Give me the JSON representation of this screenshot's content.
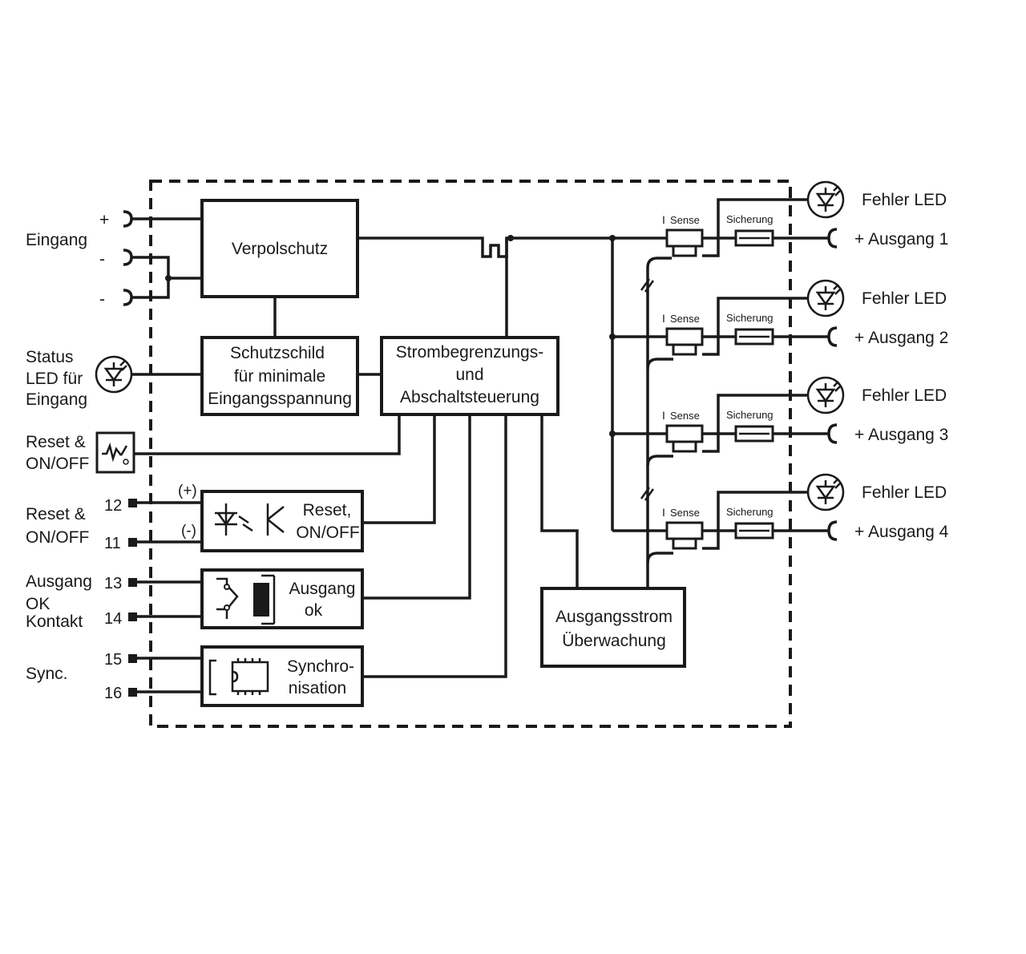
{
  "input_labels": {
    "eingang": "Eingang",
    "plus": "+",
    "minus1": "-",
    "minus2": "-",
    "status_line1": "Status",
    "status_line2": "LED für",
    "status_line3": "Eingang",
    "reset1_line1": "Reset &",
    "reset1_line2": "ON/OFF",
    "reset2_line1": "Reset &",
    "reset2_line2": "ON/OFF",
    "ausgang_ok_line1": "Ausgang",
    "ausgang_ok_line2": "OK",
    "ausgang_ok_line3": "Kontakt",
    "sync": "Sync.",
    "pol_plus": "(+)",
    "pol_minus": "(-)"
  },
  "pins": {
    "p12": "12",
    "p11": "11",
    "p13": "13",
    "p14": "14",
    "p15": "15",
    "p16": "16"
  },
  "blocks": {
    "verpolschutz": "Verpolschutz",
    "schutz_line1": "Schutzschild",
    "schutz_line2": "für minimale",
    "schutz_line3": "Eingangsspannung",
    "strom_line1": "Strombegrenzungs-",
    "strom_line2": "und",
    "strom_line3": "Abschaltsteuerung",
    "reset_line1": "Reset,",
    "reset_line2": "ON/OFF",
    "aok_line1": "Ausgang",
    "aok_line2": "ok",
    "sync_line1": "Synchro-",
    "sync_line2": "nisation",
    "ueber_line1": "Ausgangsstrom",
    "ueber_line2": "Überwachung"
  },
  "outputs": [
    {
      "fehler": "Fehler LED",
      "ausgang": "+ Ausgang 1",
      "isense": "I",
      "sense_sub": "Sense",
      "sicherung": "Sicherung"
    },
    {
      "fehler": "Fehler LED",
      "ausgang": "+ Ausgang 2",
      "isense": "I",
      "sense_sub": "Sense",
      "sicherung": "Sicherung"
    },
    {
      "fehler": "Fehler LED",
      "ausgang": "+ Ausgang 3",
      "isense": "I",
      "sense_sub": "Sense",
      "sicherung": "Sicherung"
    },
    {
      "fehler": "Fehler LED",
      "ausgang": "+ Ausgang 4",
      "isense": "I",
      "sense_sub": "Sense",
      "sicherung": "Sicherung"
    }
  ],
  "icons": {
    "led": "led-icon",
    "switch": "switch-icon",
    "optocoupler": "optocoupler-icon",
    "relay": "relay-icon",
    "chip": "chip-icon",
    "connector": "connector-icon",
    "fuse": "fuse-icon"
  }
}
